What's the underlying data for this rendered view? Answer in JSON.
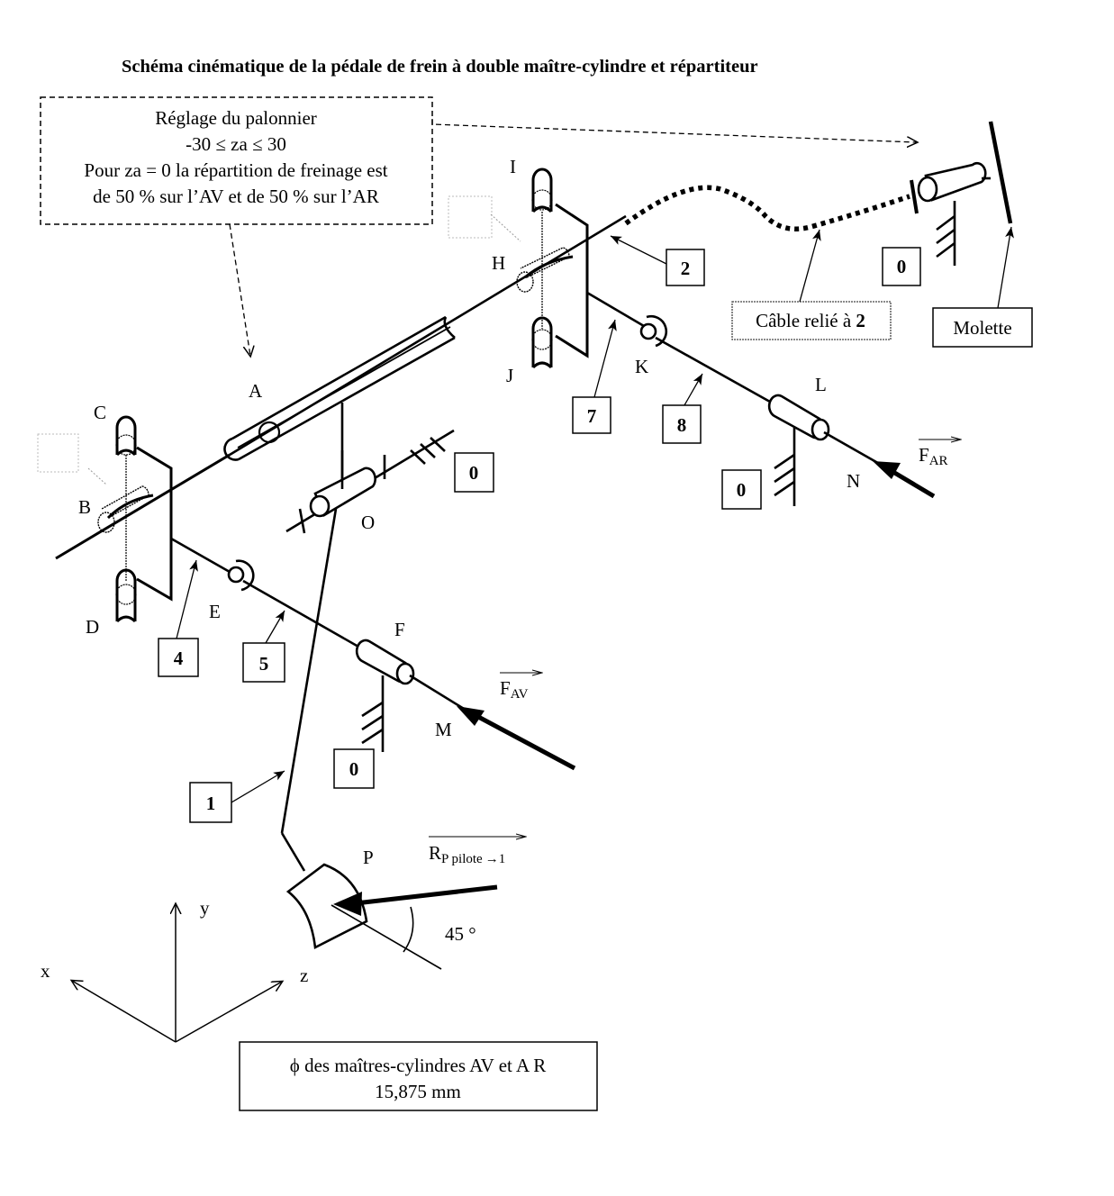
{
  "title": "Schéma cinématique de la pédale de frein à double maître-cylindre et répartiteur",
  "adjustment_note": {
    "lines": [
      "Réglage du palonnier",
      "-30 ≤ za ≤ 30",
      "Pour za = 0 la répartition de freinage est",
      "de 50 % sur l’AV et de 50 % sur l’AR"
    ]
  },
  "points": {
    "A": "A",
    "B": "B",
    "C": "C",
    "D": "D",
    "E": "E",
    "F": "F",
    "H": "H",
    "I": "I",
    "J": "J",
    "K": "K",
    "L": "L",
    "M": "M",
    "N": "N",
    "O": "O",
    "P": "P"
  },
  "parts": {
    "p0": "0",
    "p1": "1",
    "p2": "2",
    "p4": "4",
    "p5": "5",
    "p7": "7",
    "p8": "8"
  },
  "callouts": {
    "cable": {
      "prefix": "Câble relié à ",
      "bold": "2"
    },
    "molette": "Molette"
  },
  "forces": {
    "far_main": "F",
    "far_sub": "AR",
    "fav_main": "F",
    "fav_sub": "AV",
    "rp_main": "R",
    "rp_sub": "P pilote",
    "rp_arrow": "→",
    "rp_end": "1"
  },
  "angle": "45 °",
  "axes": {
    "x": "x",
    "y": "y",
    "z": "z"
  },
  "cylinder_note": {
    "lines": [
      "ϕ des maîtres-cylindres AV et A R",
      "15,875 mm"
    ]
  }
}
